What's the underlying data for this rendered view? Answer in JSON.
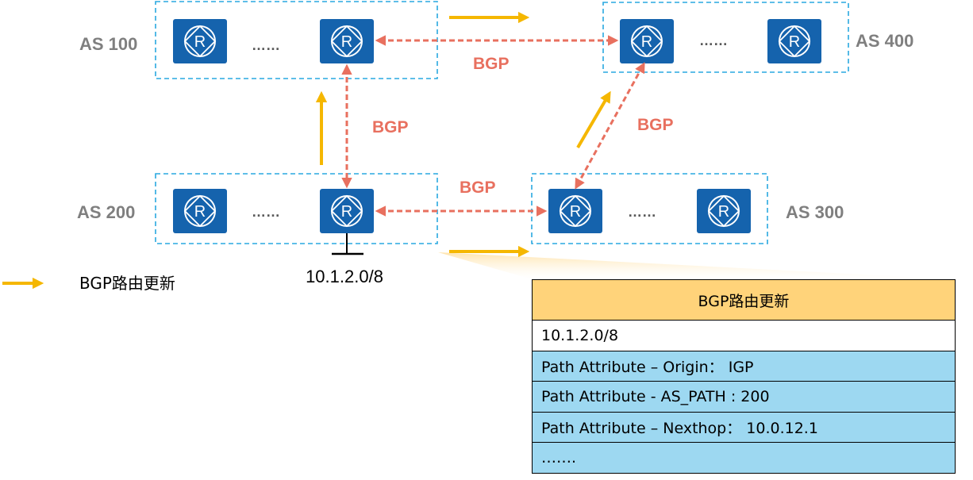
{
  "as_labels": {
    "as100": "AS 100",
    "as200": "AS 200",
    "as300": "AS 300",
    "as400": "AS 400"
  },
  "bgp_labels": {
    "as100_as400": "BGP",
    "as100_as200": "BGP",
    "as200_as300": "BGP",
    "as300_as400": "BGP"
  },
  "router_glyph": "R",
  "ellipsis": "……",
  "prefix": "10.1.2.0/8",
  "legend": {
    "label": "BGP路由更新"
  },
  "update_table": {
    "header": "BGP路由更新",
    "rows": [
      "10.1.2.0/8",
      "Path Attribute – Origin：   IGP",
      "Path Attribute - AS_PATH : 200",
      "Path Attribute – Nexthop：  10.0.12.1",
      "……."
    ]
  },
  "colors": {
    "router": "#1563ad",
    "bgp_link": "#e8705f",
    "update_arrow": "#f5b700",
    "as_border": "#29a8e0",
    "as_label": "#7f7f7f",
    "table_header": "#ffd37a",
    "table_blue": "#9dd8f1"
  },
  "icons": {
    "router": "router-icon",
    "update_arrow": "arrow-right-icon"
  }
}
